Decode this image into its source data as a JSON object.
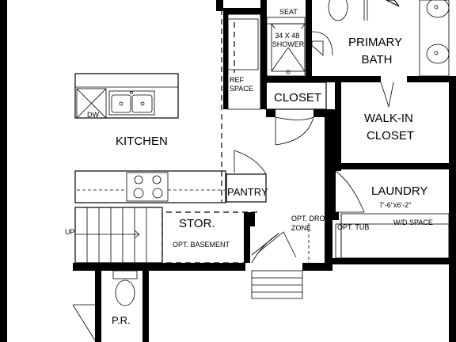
{
  "rooms": {
    "seat": "SEAT",
    "shower": "34 X 48\nSHOWER",
    "primary_bath": "PRIMARY\nBATH",
    "ref_space": "REF\nSPACE",
    "closet": "CLOSET",
    "walk_in_closet": "WALK-IN\nCLOSET",
    "kitchen": "KITCHEN",
    "dw": "DW",
    "pantry": "PANTRY",
    "laundry": "LAUNDRY",
    "laundry_size": "7'-6\"x6'-2\"",
    "opt_tub": "OPT. TUB",
    "wd_space": "W/D SPACE",
    "stor": "STOR.",
    "opt_basement": "OPT. BASEMENT",
    "opt_drop_zone": "OPT. DROP\nZONE",
    "up": "UP",
    "pr": "P.R."
  }
}
